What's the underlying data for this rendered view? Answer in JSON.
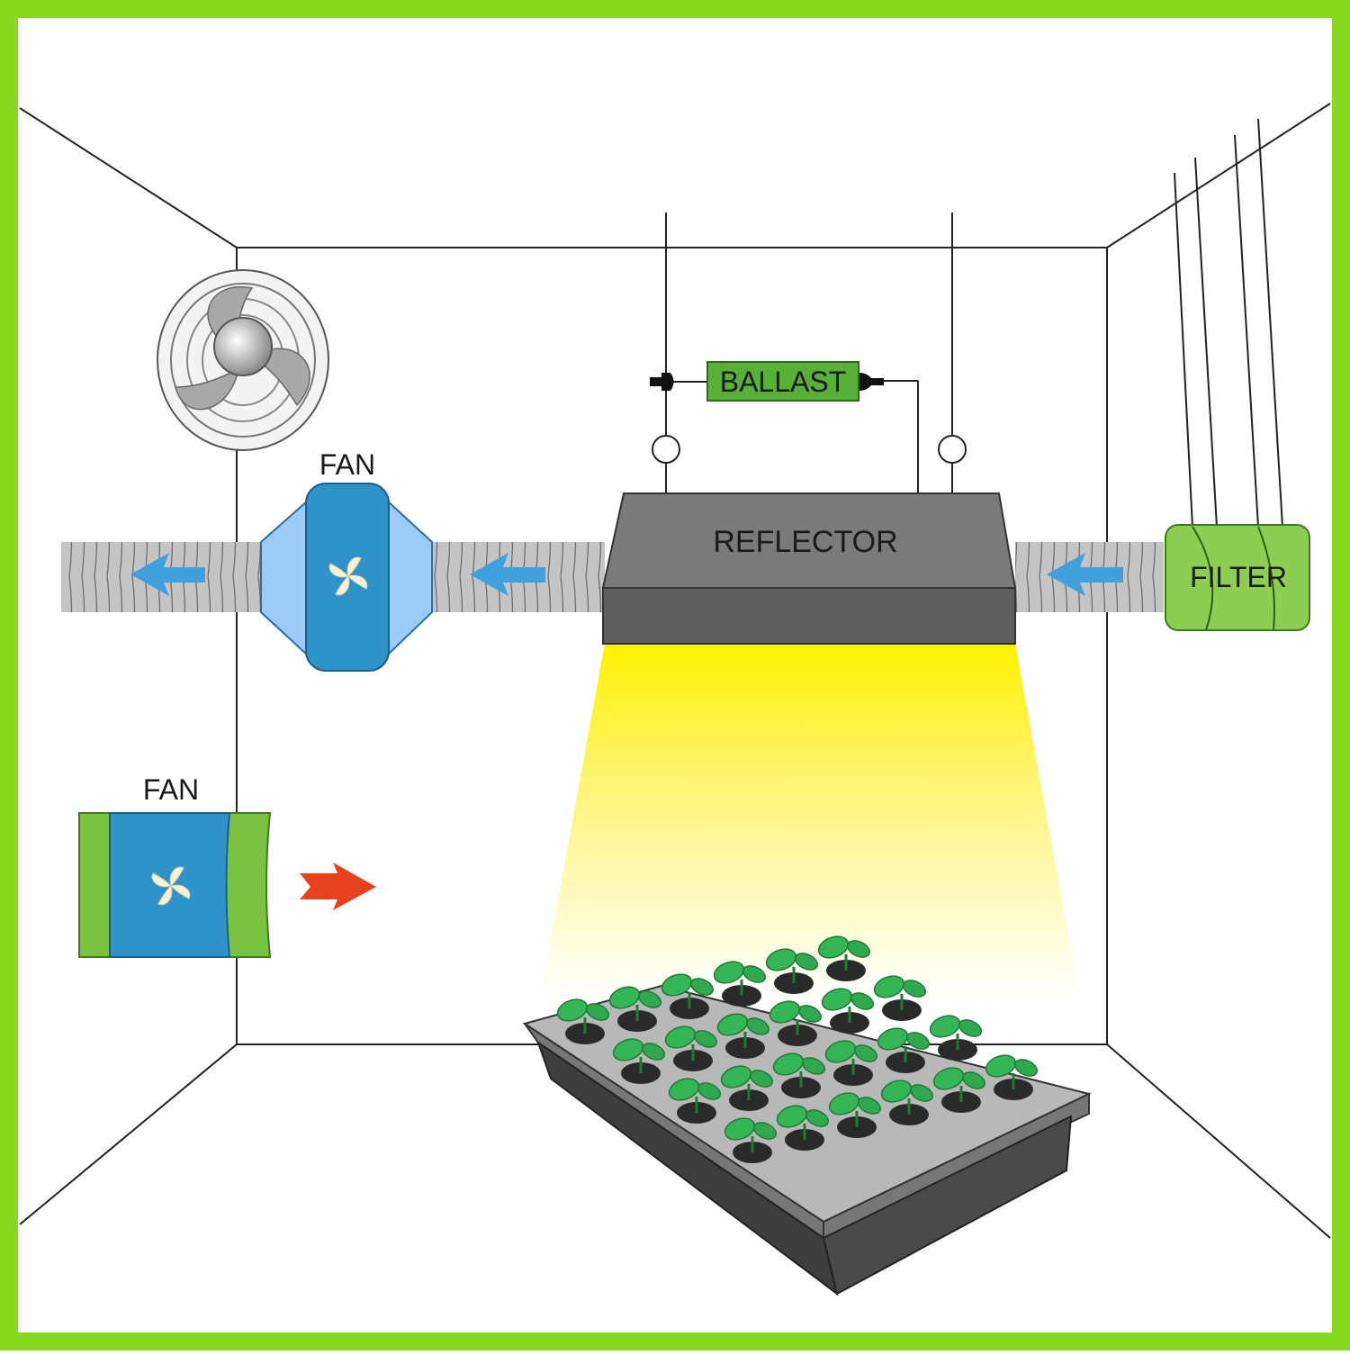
{
  "labels": {
    "ballast": "BALLAST",
    "reflector": "REFLECTOR",
    "filter": "FILTER",
    "inline_fan": "FAN",
    "intake_fan": "FAN"
  },
  "colors": {
    "frame_border": "#86d91f",
    "duct": "#c4c4c4",
    "duct_rib": "#6e6e6e",
    "fan_blue": "#2e93c9",
    "fan_light_blue": "#9ccbf7",
    "fan_green": "#7cc242",
    "filter_green": "#8ccd52",
    "reflector_top": "#7a7a7a",
    "reflector_front": "#5f5f5f",
    "light_yellow": "#fff200",
    "airflow_arrow_blue": "#3fa0dc",
    "airflow_arrow_red": "#e8411d",
    "ballast_green": "#59b039",
    "tray": "#555555",
    "seedling_green": "#2fa84f"
  },
  "icons": {
    "oscillating_fan": "wall-fan-icon",
    "fan_blade": "pinwheel-icon",
    "plug": "plug-icon",
    "pulley": "hanger-ring-icon",
    "seedlings": "seedling-tray-icon"
  }
}
